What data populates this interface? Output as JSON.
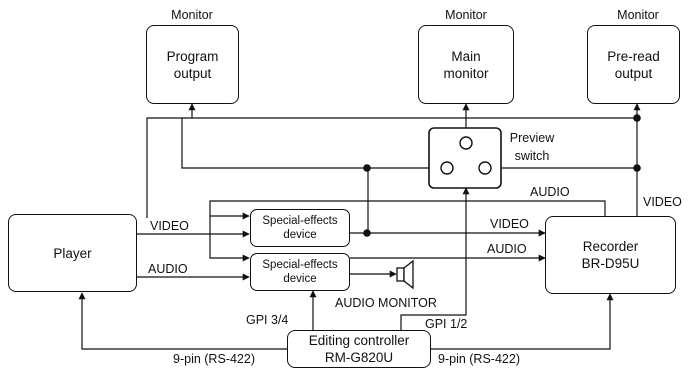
{
  "monitors": {
    "program": {
      "caption": "Monitor",
      "line1": "Program",
      "line2": "output"
    },
    "main": {
      "caption": "Monitor",
      "line1": "Main",
      "line2": "monitor"
    },
    "preread": {
      "caption": "Monitor",
      "line1": "Pre-read",
      "line2": "output"
    }
  },
  "player": {
    "label": "Player"
  },
  "recorder": {
    "line1": "Recorder",
    "line2": "BR-D95U"
  },
  "sfx1": {
    "line1": "Special-effects",
    "line2": "device"
  },
  "sfx2": {
    "line1": "Special-effects",
    "line2": "device"
  },
  "controller": {
    "line1": "Editing controller",
    "line2": "RM-G820U"
  },
  "preview_switch": {
    "line1": "Preview",
    "line2": "switch"
  },
  "labels": {
    "video_player": "VIDEO",
    "audio_player": "AUDIO",
    "video_rec_in": "VIDEO",
    "audio_rec_in": "AUDIO",
    "audio_rec_out": "AUDIO",
    "video_rec_out": "VIDEO",
    "audio_monitor": "AUDIO MONITOR",
    "gpi34": "GPI 3/4",
    "gpi12": "GPI 1/2",
    "pin_left": "9-pin (RS-422)",
    "pin_right": "9-pin (RS-422)"
  }
}
